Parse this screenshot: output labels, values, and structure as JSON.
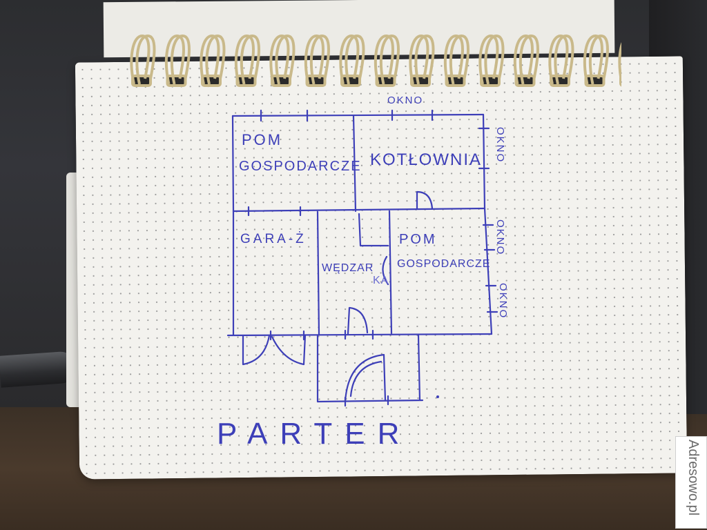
{
  "sketch": {
    "window_labels": [
      "OKNO",
      "OKNO",
      "OKNO",
      "OKNO"
    ],
    "rooms": {
      "pom_gospodarcze_top": [
        "POM",
        "GOSPODARCZE"
      ],
      "kotlownia": "KOTŁOWNIA",
      "garaz": "GARA-Ż",
      "pom_gospodarcze_right": [
        "POM",
        "GOSPODARCZE"
      ],
      "wedzarnia": [
        "WĘDZAR",
        "KA"
      ]
    },
    "title": "PARTER"
  },
  "watermark": "Adresowo.pl",
  "colors": {
    "ink": "#3d3fb8",
    "paper": "#f3f2ee"
  }
}
